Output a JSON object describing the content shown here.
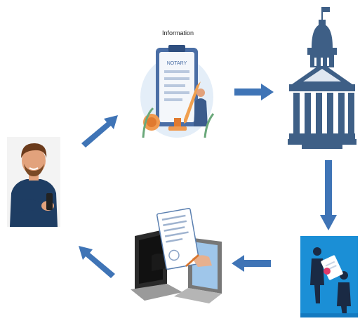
{
  "diagram": {
    "info_label": "Information",
    "notary_text": "NOTARY",
    "colors": {
      "arrow": "#3f74b6",
      "building": "#3e5f86",
      "deal_bg": "#1b8fd6",
      "person_shirt": "#1e3d63",
      "skin": "#e2a27c"
    },
    "nodes": [
      {
        "id": "person",
        "icon": "person-phone-icon"
      },
      {
        "id": "notary",
        "icon": "notary-document-icon"
      },
      {
        "id": "institution",
        "icon": "government-building-icon"
      },
      {
        "id": "agreement",
        "icon": "handshake-agreement-icon"
      },
      {
        "id": "transfer",
        "icon": "laptop-document-transfer-icon"
      }
    ],
    "arrows": [
      {
        "from": "person",
        "to": "notary"
      },
      {
        "from": "notary",
        "to": "institution"
      },
      {
        "from": "institution",
        "to": "agreement"
      },
      {
        "from": "agreement",
        "to": "transfer"
      },
      {
        "from": "transfer",
        "to": "person"
      }
    ]
  }
}
